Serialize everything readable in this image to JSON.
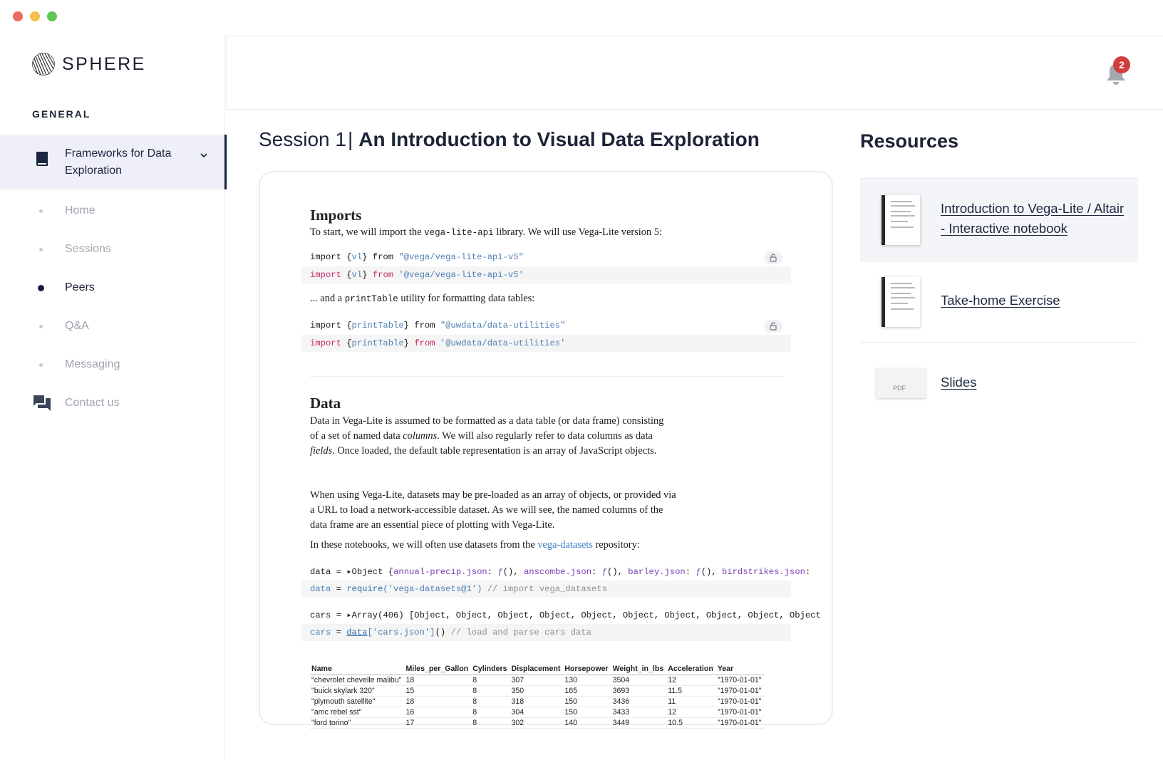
{
  "brand": {
    "name": "SPHERE"
  },
  "sidebar": {
    "section_label": "GENERAL",
    "active_item": {
      "label": "Frameworks for Data Exploration"
    },
    "items": [
      {
        "label": "Home",
        "active": false
      },
      {
        "label": "Sessions",
        "active": false
      },
      {
        "label": "Peers",
        "active": true
      },
      {
        "label": "Q&A",
        "active": false
      },
      {
        "label": "Messaging",
        "active": false
      }
    ],
    "contact": {
      "label": "Contact us"
    }
  },
  "header": {
    "notification_count": "2"
  },
  "session": {
    "prefix": "Session 1",
    "separator": "|",
    "title": "An Introduction to Visual Data Exploration"
  },
  "notebook": {
    "imports": {
      "heading": "Imports",
      "intro_a": "To start, we will import the ",
      "intro_code": "vega-lite-api",
      "intro_b": " library. We will use Vega-Lite version 5:",
      "out1_a": "import {",
      "out1_var": "vl",
      "out1_b": "} from ",
      "out1_str": "\"@vega/vega-lite-api-v5\"",
      "cell1_kw": "import",
      "cell1_a": " {",
      "cell1_var": "vl",
      "cell1_b": "} ",
      "cell1_kw2": "from",
      "cell1_str": " '@vega/vega-lite-api-v5'",
      "mid_a": "... and a ",
      "mid_code": "printTable",
      "mid_b": " utility for formatting data tables:",
      "out2_a": "import {",
      "out2_var": "printTable",
      "out2_b": "} from ",
      "out2_str": "\"@uwdata/data-utilities\"",
      "cell2_kw": "import",
      "cell2_a": " {",
      "cell2_var": "printTable",
      "cell2_b": "} ",
      "cell2_kw2": "from",
      "cell2_str": " '@uwdata/data-utilities'"
    },
    "data": {
      "heading": "Data",
      "p1_a": "Data in Vega-Lite is assumed to be formatted as a data table (or data frame) consisting of a set of named data ",
      "p1_em1": "columns",
      "p1_b": ". We will also regularly refer to data columns as data ",
      "p1_em2": "fields",
      "p1_c": ". Once loaded, the default table representation is an array of JavaScript objects.",
      "p2": "When using Vega-Lite, datasets may be pre-loaded as an array of objects, or provided via a URL to load a network-accessible dataset. As we will see, the named columns of the data frame are an essential piece of plotting with Vega-Lite.",
      "p3_a": "In these notebooks, we will often use datasets from the ",
      "p3_link": "vega-datasets",
      "p3_b": " repository:",
      "out3_a": "data = ",
      "out3_b": "Object {",
      "out3_k1": "annual-precip.json",
      "out3_k2": "anscombe.json",
      "out3_k3": "barley.json",
      "out3_k4": "birdstrikes.json",
      "out3_f": "ƒ",
      "out3_sep": "(), ",
      "cell3_var": "data",
      "cell3_a": " = ",
      "cell3_fn": "require",
      "cell3_str": "('vega-datasets@1')",
      "cell3_cmt": " // import vega_datasets",
      "out4": "cars = ▸Array(406) [Object, Object, Object, Object, Object, Object, Object, Object, Object, Object",
      "cell4_var": "cars",
      "cell4_a": " = ",
      "cell4_fn": "data",
      "cell4_str": "['cars.json']",
      "cell4_b": "()",
      "cell4_cmt": " // load and parse cars data"
    },
    "table": {
      "columns": [
        "Name",
        "Miles_per_Gallon",
        "Cylinders",
        "Displacement",
        "Horsepower",
        "Weight_in_lbs",
        "Acceleration",
        "Year"
      ],
      "rows": [
        [
          "\"chevrolet chevelle malibu\"",
          "18",
          "8",
          "307",
          "130",
          "3504",
          "12",
          "\"1970-01-01\""
        ],
        [
          "\"buick skylark 320\"",
          "15",
          "8",
          "350",
          "165",
          "3693",
          "11.5",
          "\"1970-01-01\""
        ],
        [
          "\"plymouth satellite\"",
          "18",
          "8",
          "318",
          "150",
          "3436",
          "11",
          "\"1970-01-01\""
        ],
        [
          "\"amc rebel sst\"",
          "16",
          "8",
          "304",
          "150",
          "3433",
          "12",
          "\"1970-01-01\""
        ],
        [
          "\"ford torino\"",
          "17",
          "8",
          "302",
          "140",
          "3449",
          "10.5",
          "\"1970-01-01\""
        ]
      ]
    }
  },
  "resources": {
    "title": "Resources",
    "items": [
      {
        "label": "Introduction to Vega-Lite / Altair - Interactive notebook"
      },
      {
        "label": "Take-home Exercise"
      },
      {
        "label": "Slides",
        "thumb_text": "PDF"
      }
    ]
  },
  "colors": {
    "accent": "#14203a",
    "badge": "#d23c3c",
    "active_bg": "#eeeff9",
    "link": "#3b7ec9"
  }
}
